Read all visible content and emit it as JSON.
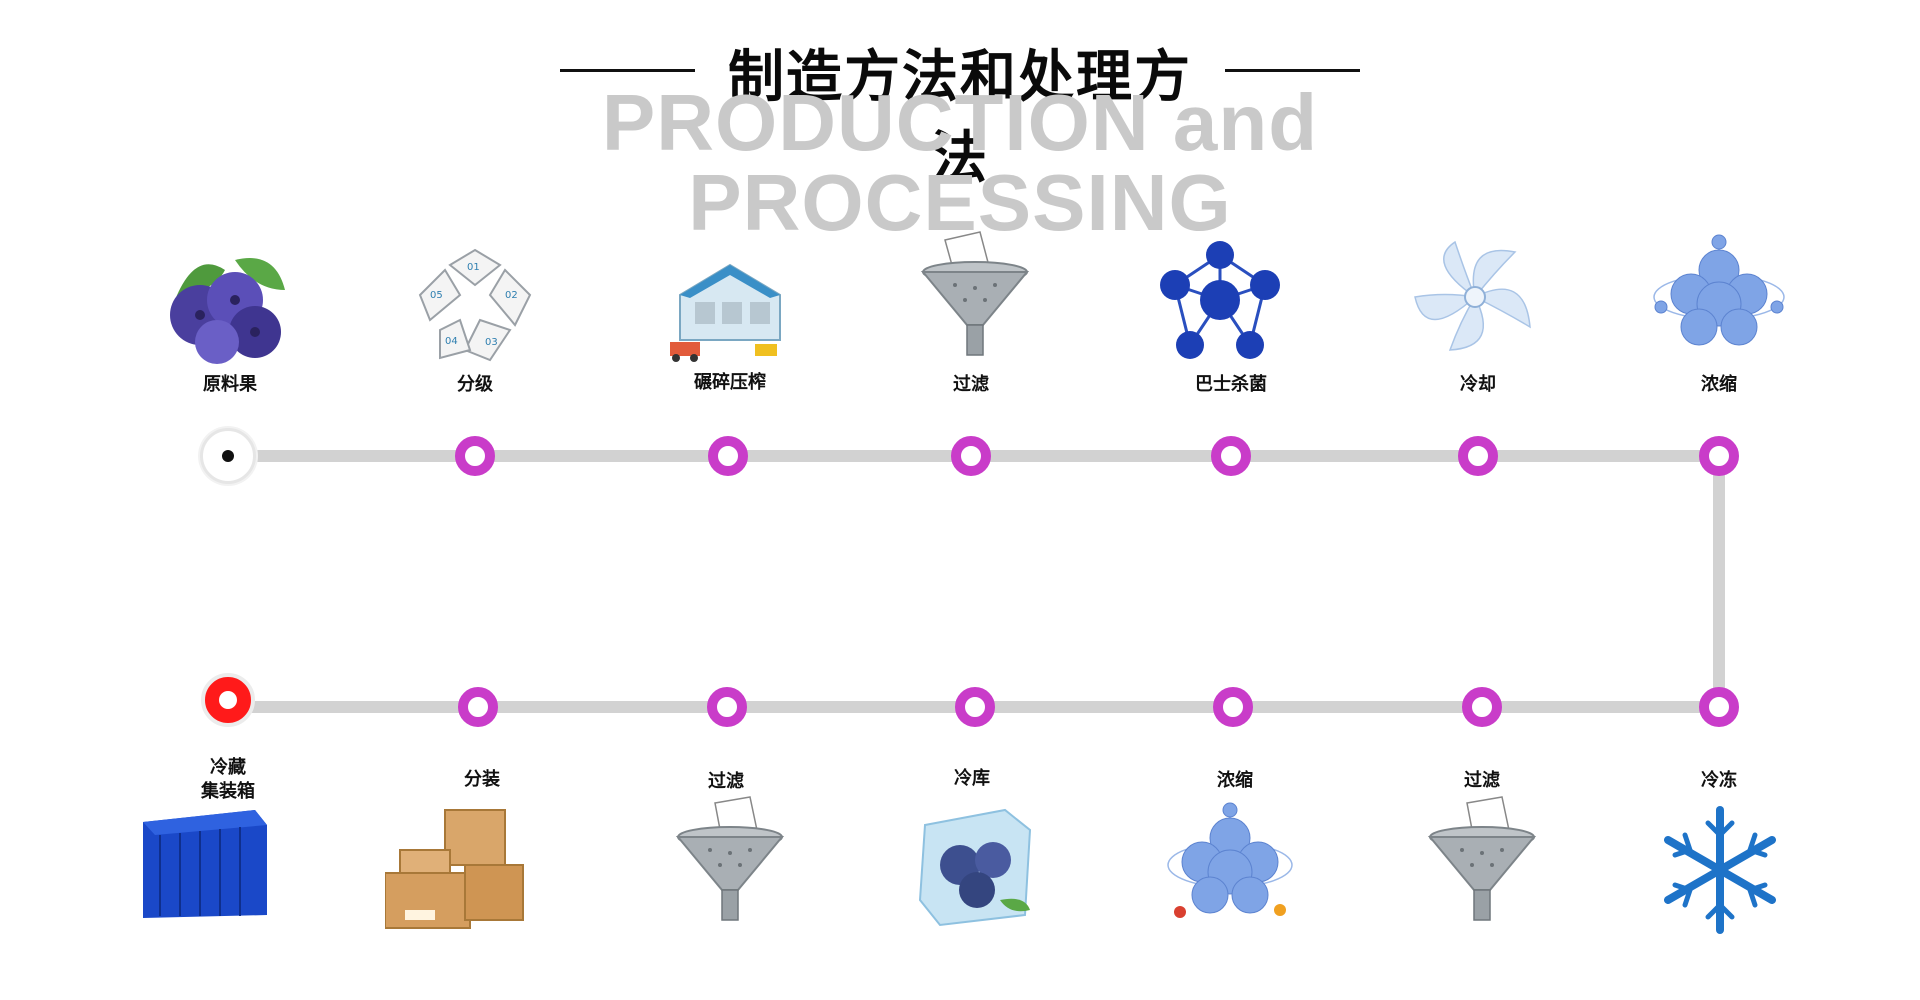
{
  "title": {
    "cn": "制造方法和处理方法",
    "en": "PRODUCTION and PROCESSING"
  },
  "top_row": [
    {
      "label": "原料果",
      "icon": "blueberry-icon"
    },
    {
      "label": "分级",
      "icon": "pentagon-grading-icon"
    },
    {
      "label": "碾碎压榨",
      "icon": "factory-crushing-icon"
    },
    {
      "label": "过滤",
      "icon": "funnel-filter-icon"
    },
    {
      "label": "巴士杀菌",
      "icon": "bacteria-molecule-icon"
    },
    {
      "label": "冷却",
      "icon": "fan-cooling-icon"
    },
    {
      "label": "浓缩",
      "icon": "molecule-cluster-icon"
    }
  ],
  "bottom_row": [
    {
      "label": "冷藏\n集装箱",
      "icon": "shipping-container-icon"
    },
    {
      "label": "分装",
      "icon": "cardboard-boxes-icon"
    },
    {
      "label": "过滤",
      "icon": "funnel-filter-icon"
    },
    {
      "label": "冷库",
      "icon": "ice-cube-blueberry-icon"
    },
    {
      "label": "浓缩",
      "icon": "molecule-cluster-icon"
    },
    {
      "label": "过滤",
      "icon": "funnel-filter-icon"
    },
    {
      "label": "冷冻",
      "icon": "snowflake-icon"
    }
  ],
  "colors": {
    "node_ring": "#c93cc9",
    "end_node": "#ff1a1a",
    "track": "#d2d2d2",
    "title_en": "#c9c9c9"
  }
}
